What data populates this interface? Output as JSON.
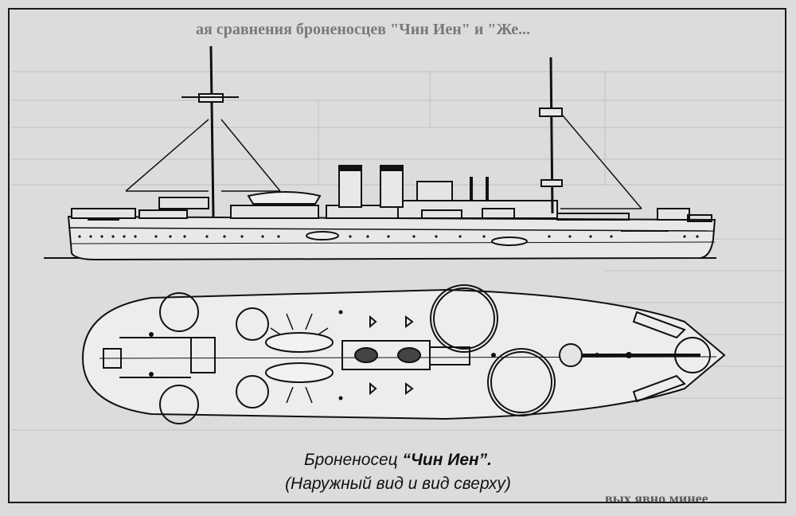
{
  "header_bleed": "ая сравнения броненосцев \"Чин Иен\" и \"Же...",
  "caption": {
    "prefix": "Броненосец ",
    "ship_name": "“Чин Иен”.",
    "subtitle": "(Наружный вид и вид сверху)"
  },
  "footer_bleed": "вых явно минее"
}
